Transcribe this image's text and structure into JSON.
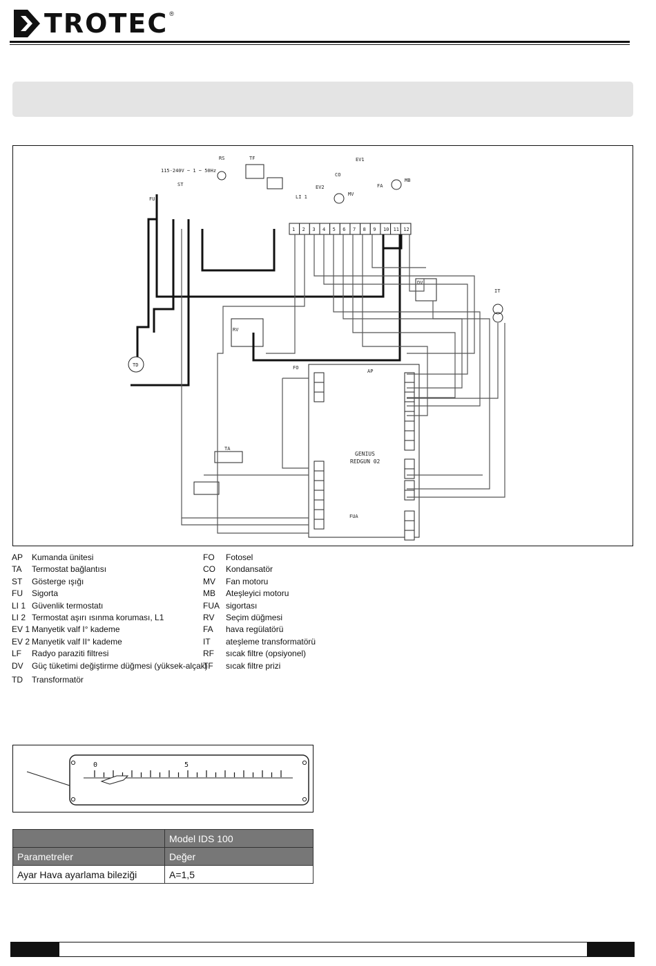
{
  "brand": {
    "name": "TROTEC",
    "mark": "®"
  },
  "diagram_labels": {
    "voltage": "115-240V ~ 1 ~ 50Hz",
    "rs": "RS",
    "tf": "TF",
    "fu": "FU",
    "st": "ST",
    "ev1": "EV1",
    "ev2": "EV2",
    "co": "CO",
    "mv": "MV",
    "fa": "FA",
    "mb": "MB",
    "li1": "LI 1",
    "dv": "DV",
    "it": "IT",
    "rv": "RV",
    "td": "TD",
    "fo": "FO",
    "ta": "TA",
    "ap": "AP",
    "board_line1": "GENIUS",
    "board_line2": "REDGUN 02",
    "fua": "FUA",
    "terminals": [
      "1",
      "2",
      "3",
      "4",
      "5",
      "6",
      "7",
      "8",
      "9",
      "10",
      "11",
      "12"
    ]
  },
  "legend_left": [
    {
      "code": "AP",
      "text": "Kumanda ünitesi"
    },
    {
      "code": "TA",
      "text": "Termostat bağlantısı"
    },
    {
      "code": "ST",
      "text": "Gösterge ışığı"
    },
    {
      "code": "FU",
      "text": "Sigorta"
    },
    {
      "code": "LI 1",
      "text": "Güvenlik termostatı"
    },
    {
      "code": "LI 2",
      "text": "Termostat aşırı ısınma koruması, L1"
    },
    {
      "code": "EV 1",
      "text": "Manyetik valf I° kademe"
    },
    {
      "code": "EV 2",
      "text": "Manyetik valf II° kademe"
    },
    {
      "code": "LF",
      "text": "Radyo paraziti filtresi"
    },
    {
      "code": "DV",
      "text": "Güç tüketimi değiştirme düğmesi (yüksek-alçak)"
    },
    {
      "code": "TD",
      "text": "Transformatör"
    }
  ],
  "legend_right": [
    {
      "code": "FO",
      "text": "Fotosel"
    },
    {
      "code": "CO",
      "text": "Kondansatör"
    },
    {
      "code": "MV",
      "text": "Fan motoru"
    },
    {
      "code": "MB",
      "text": "Ateşleyici motoru"
    },
    {
      "code": "FUA",
      "text": "sigortası"
    },
    {
      "code": "RV",
      "text": "Seçim düğmesi"
    },
    {
      "code": "FA",
      "text": "hava regülatörü"
    },
    {
      "code": "IT",
      "text": "ateşleme transformatörü"
    },
    {
      "code": "RF",
      "text": "sıcak filtre (opsiyonel)"
    },
    {
      "code": "TF",
      "text": "sıcak filtre prizi"
    }
  ],
  "scale": {
    "label_start": "0",
    "label_mid": "5"
  },
  "table": {
    "header_right": "Model IDS 100",
    "col1": "Parametreler",
    "col2": "Değer",
    "row_label": "Ayar Hava ayarlama bileziği",
    "row_value": "A=1,5"
  }
}
